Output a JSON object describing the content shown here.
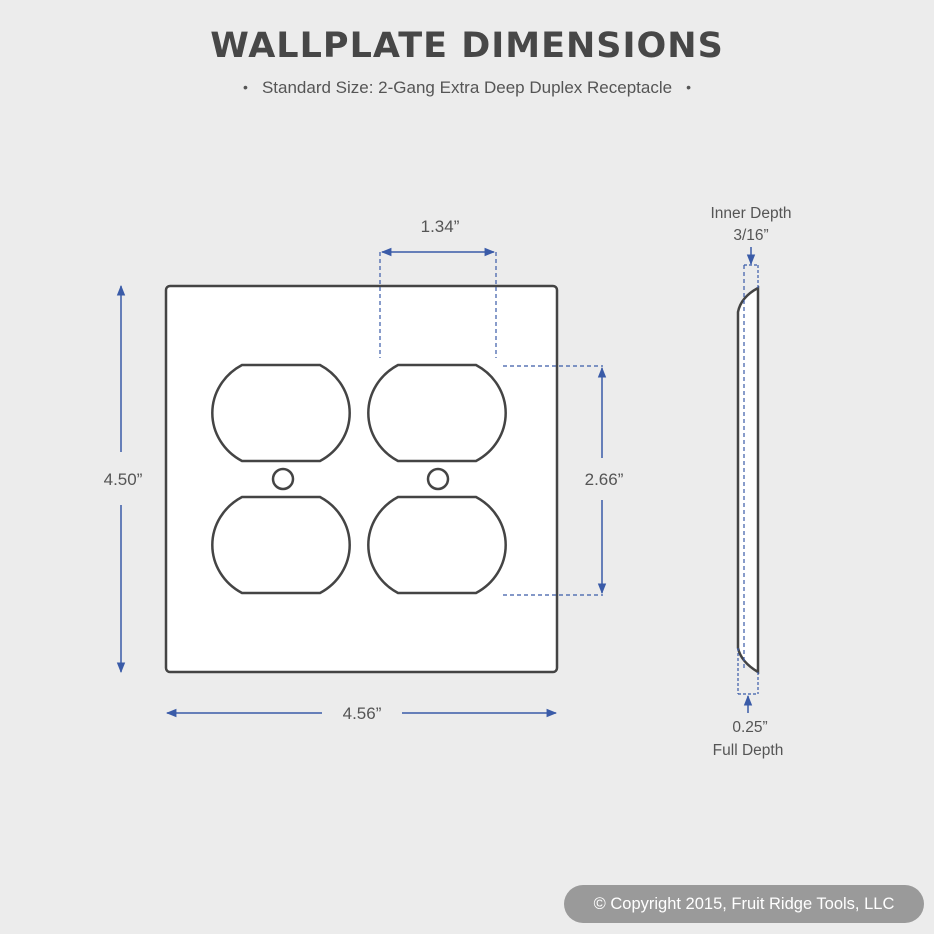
{
  "header": {
    "title": "WALLPLATE DIMENSIONS",
    "subtitle": "Standard Size: 2-Gang Extra Deep Duplex Receptacle",
    "bullet": "•"
  },
  "dimensions": {
    "height": "4.50”",
    "width": "4.56”",
    "outlet_spacing": "1.34”",
    "outlet_height": "2.66”",
    "inner_depth_label": "Inner Depth",
    "inner_depth_value": "3/16”",
    "full_depth_value": "0.25”",
    "full_depth_label": "Full Depth"
  },
  "footer": {
    "copyright": "© Copyright 2015, Fruit Ridge Tools, LLC"
  },
  "colors": {
    "dimension_line": "#3a5ba8",
    "outline": "#444444",
    "plate_fill": "#ffffff",
    "background": "#ececec"
  }
}
